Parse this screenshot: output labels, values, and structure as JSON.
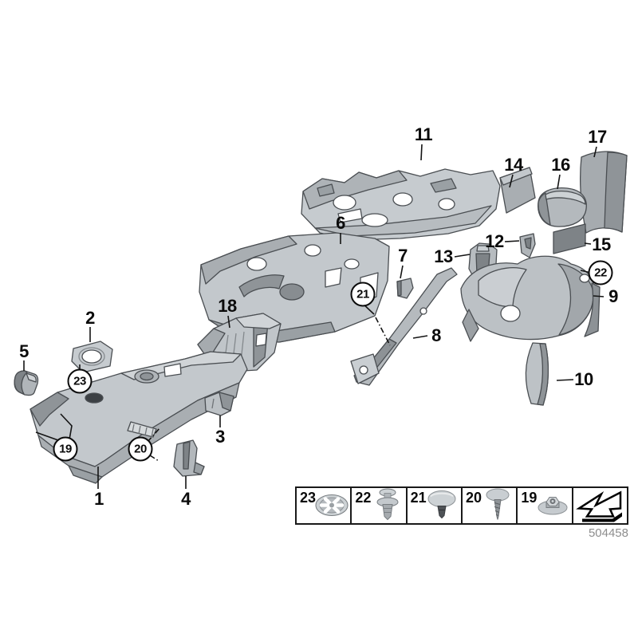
{
  "callouts": {
    "c1": {
      "label": "1"
    },
    "c2": {
      "label": "2"
    },
    "c3": {
      "label": "3"
    },
    "c4": {
      "label": "4"
    },
    "c5": {
      "label": "5"
    },
    "c6": {
      "label": "6"
    },
    "c7": {
      "label": "7"
    },
    "c8": {
      "label": "8"
    },
    "c9": {
      "label": "9"
    },
    "c10": {
      "label": "10"
    },
    "c11": {
      "label": "11"
    },
    "c12": {
      "label": "12"
    },
    "c13": {
      "label": "13"
    },
    "c14": {
      "label": "14"
    },
    "c15": {
      "label": "15"
    },
    "c16": {
      "label": "16"
    },
    "c17": {
      "label": "17"
    },
    "c18": {
      "label": "18"
    },
    "c19": {
      "label": "19"
    },
    "c20": {
      "label": "20"
    },
    "c21": {
      "label": "21"
    },
    "c22": {
      "label": "22"
    },
    "c23": {
      "label": "23"
    }
  },
  "legend": {
    "items": [
      {
        "label": "23",
        "icon": "star-lock-washer-icon"
      },
      {
        "label": "22",
        "icon": "expansion-rivet-icon"
      },
      {
        "label": "21",
        "icon": "dome-clip-icon"
      },
      {
        "label": "20",
        "icon": "sheet-metal-screw-icon"
      },
      {
        "label": "19",
        "icon": "hex-nut-washer-icon"
      },
      {
        "label": "",
        "icon": "direction-of-travel-arrow-icon"
      }
    ]
  },
  "footer": {
    "doc_number": "504458"
  },
  "colors": {
    "part_light": "#c6cbcf",
    "part_mid": "#aeb3b7",
    "part_dark": "#85898d",
    "part_darkest": "#6f7377",
    "outline": "#4a4e52",
    "label": "#0b0b0b",
    "doc_number_gray": "#8d8d8d"
  }
}
